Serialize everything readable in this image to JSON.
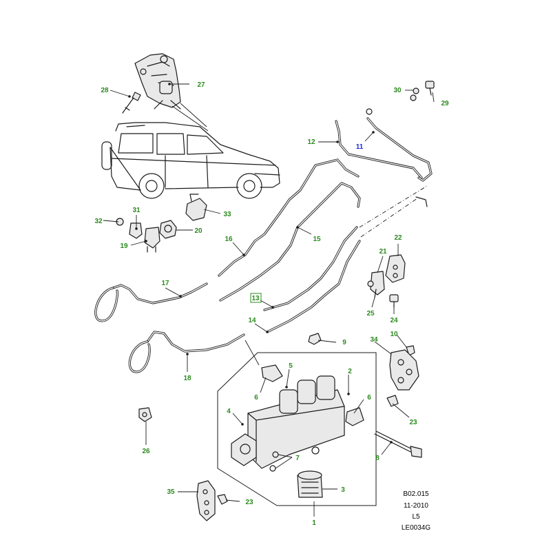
{
  "colors": {
    "label": "#2b8a1e",
    "highlight_label": "#1a2bd6",
    "line": "#1a1a1a"
  },
  "callouts": [
    {
      "id": "c1",
      "text": "1"
    },
    {
      "id": "c2",
      "text": "2"
    },
    {
      "id": "c3",
      "text": "3"
    },
    {
      "id": "c4",
      "text": "4"
    },
    {
      "id": "c5",
      "text": "5"
    },
    {
      "id": "c6a",
      "text": "6"
    },
    {
      "id": "c6b",
      "text": "6"
    },
    {
      "id": "c7",
      "text": "7"
    },
    {
      "id": "c8",
      "text": "8"
    },
    {
      "id": "c9",
      "text": "9"
    },
    {
      "id": "c10",
      "text": "10"
    },
    {
      "id": "c11",
      "text": "11"
    },
    {
      "id": "c12",
      "text": "12"
    },
    {
      "id": "c13",
      "text": "13"
    },
    {
      "id": "c14",
      "text": "14"
    },
    {
      "id": "c15",
      "text": "15"
    },
    {
      "id": "c16",
      "text": "16"
    },
    {
      "id": "c17",
      "text": "17"
    },
    {
      "id": "c18",
      "text": "18"
    },
    {
      "id": "c19",
      "text": "19"
    },
    {
      "id": "c20",
      "text": "20"
    },
    {
      "id": "c21",
      "text": "21"
    },
    {
      "id": "c22",
      "text": "22"
    },
    {
      "id": "c23a",
      "text": "23"
    },
    {
      "id": "c23b",
      "text": "23"
    },
    {
      "id": "c24",
      "text": "24"
    },
    {
      "id": "c25",
      "text": "25"
    },
    {
      "id": "c26",
      "text": "26"
    },
    {
      "id": "c27",
      "text": "27"
    },
    {
      "id": "c28",
      "text": "28"
    },
    {
      "id": "c29",
      "text": "29"
    },
    {
      "id": "c30",
      "text": "30"
    },
    {
      "id": "c31",
      "text": "31"
    },
    {
      "id": "c32",
      "text": "32"
    },
    {
      "id": "c33",
      "text": "33"
    },
    {
      "id": "c34",
      "text": "34"
    },
    {
      "id": "c35",
      "text": "35"
    }
  ],
  "reference_block": {
    "line1": "B02.015",
    "line2": "11-2010",
    "line3": "L5",
    "line4": "LE0034G"
  }
}
